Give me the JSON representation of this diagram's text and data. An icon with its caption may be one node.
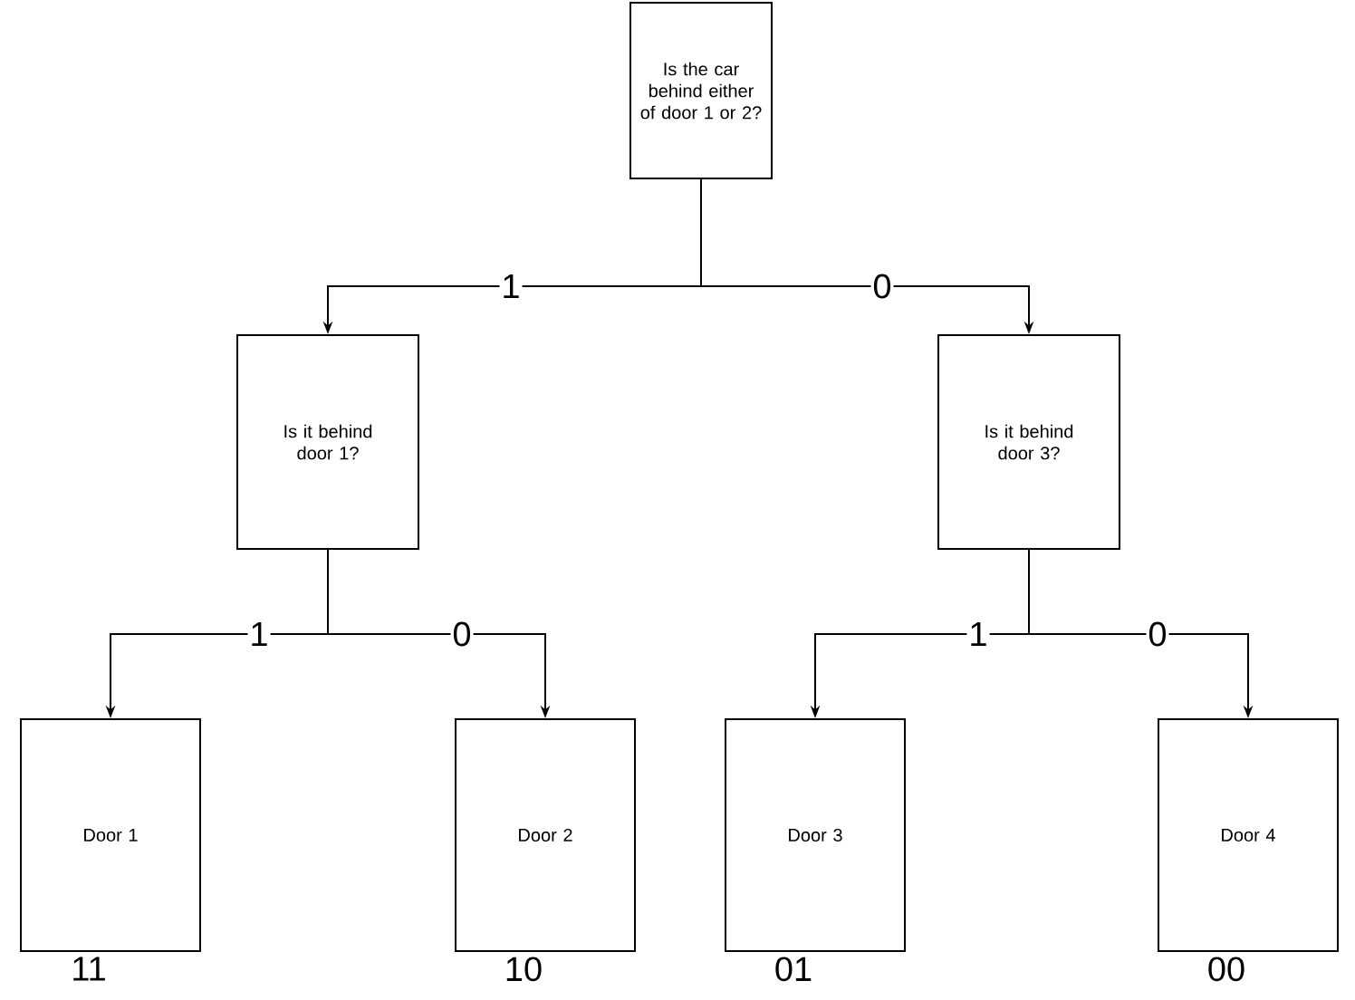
{
  "diagram": {
    "nodes": [
      {
        "text": [
          "Is the car behind either of door 1 or 2?"
        ]
      },
      {
        "text": [
          "Is it behind door 1?"
        ]
      },
      {
        "text": [
          "Is it behind door 3?"
        ]
      },
      {
        "text": [
          "Door 1"
        ],
        "beside": [
          "11"
        ]
      },
      {
        "text": [
          "Door 2"
        ],
        "beside": [
          "10"
        ]
      },
      {
        "text": [
          "Door 3"
        ],
        "beside": [
          "01"
        ]
      },
      {
        "text": [
          "Door 4"
        ],
        "beside": [
          "00"
        ]
      }
    ],
    "edges": [
      {
        "from": 0,
        "to": 1,
        "arrow": "to",
        "label": "1"
      },
      {
        "from": 0,
        "to": 2,
        "arrow": "to",
        "label": "0"
      },
      {
        "from": 1,
        "to": 3,
        "arrow": "to",
        "label": "1"
      },
      {
        "from": 1,
        "to": 4,
        "arrow": "to",
        "label": "0"
      },
      {
        "from": 2,
        "to": 5,
        "arrow": "to",
        "label": "1"
      },
      {
        "from": 2,
        "to": 6,
        "arrow": "to",
        "label": "0"
      }
    ]
  }
}
